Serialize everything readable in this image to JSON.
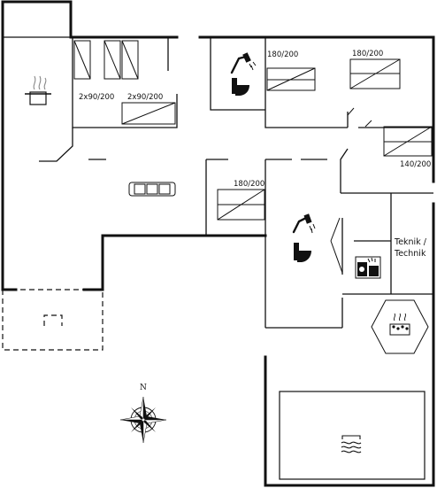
{
  "beds": [
    {
      "id": "bed-2x90-left",
      "label": "2x90/200"
    },
    {
      "id": "bed-2x90-right",
      "label": "2x90/200"
    },
    {
      "id": "bed-180-top-mid",
      "label": "180/200"
    },
    {
      "id": "bed-180-top-right",
      "label": "180/200"
    },
    {
      "id": "bed-140-right",
      "label": "140/200"
    },
    {
      "id": "bed-180-center",
      "label": "180/200"
    }
  ],
  "technical_room": {
    "line1": "Teknik /",
    "line2": "Technik"
  },
  "compass": {
    "north": "N"
  },
  "icons": [
    "cooking-pot-icon",
    "sofa-icon",
    "shower-icon",
    "toilet-icon",
    "washing-machine-icon",
    "sauna-icon",
    "pool-icon",
    "compass-rose-icon"
  ],
  "colors": {
    "line": "#111111",
    "background": "#ffffff"
  }
}
